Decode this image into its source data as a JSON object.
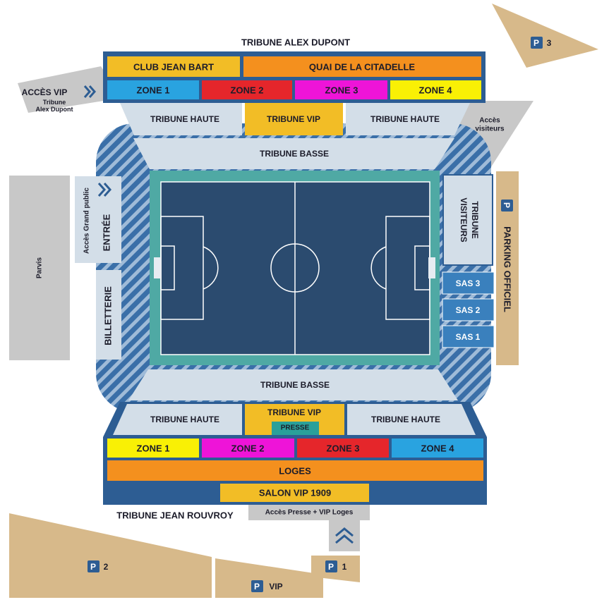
{
  "stands": {
    "north_title": "TRIBUNE ALEX DUPONT",
    "south_title": "TRIBUNE JEAN ROUVROY"
  },
  "north": {
    "club": "CLUB JEAN BART",
    "quai": "QUAI DE LA CITADELLE",
    "zones": [
      "ZONE 1",
      "ZONE 2",
      "ZONE 3",
      "ZONE 4"
    ],
    "haute_left": "TRIBUNE HAUTE",
    "vip": "TRIBUNE VIP",
    "haute_right": "TRIBUNE HAUTE",
    "basse": "TRIBUNE BASSE"
  },
  "south": {
    "basse": "TRIBUNE BASSE",
    "haute_left": "TRIBUNE HAUTE",
    "vip": "TRIBUNE VIP",
    "presse": "PRESSE",
    "haute_right": "TRIBUNE HAUTE",
    "zones": [
      "ZONE 1",
      "ZONE 2",
      "ZONE 3",
      "ZONE 4"
    ],
    "loges": "LOGES",
    "salon": "SALON VIP 1909"
  },
  "west": {
    "parvis": "Parvis",
    "acces_public": "Accès Grand public",
    "entree": "ENTRÉE",
    "billetterie": "BILLETTERIE"
  },
  "east": {
    "visiteurs": [
      "TRIBUNE",
      "VISITEURS"
    ],
    "sas": [
      "SAS 3",
      "SAS 2",
      "SAS 1"
    ],
    "parking_officiel": "PARKING OFFICIEL"
  },
  "access": {
    "vip_title": "ACCÈS VIP",
    "vip_sub": [
      "Tribune",
      "Alex Dupont"
    ],
    "visiteurs": [
      "Accès",
      "visiteurs"
    ],
    "presse_vip": "Accès Presse + VIP Loges"
  },
  "parkings": {
    "p_symbol": "P",
    "p3": "3",
    "p2": "2",
    "p1": "1",
    "pvip": "VIP"
  },
  "colors": {
    "navy": "#2d5d93",
    "pitch": "#2b4b6f",
    "pitch_border": "#4fa9a4",
    "light_section": "#d3dee8",
    "grey": "#c8c8c8",
    "tan": "#d7b98a",
    "yellow": "#f2bd26",
    "orange": "#f4901e",
    "blue": "#29a3e0",
    "red": "#e5262b",
    "magenta": "#ee14d8",
    "bright_yellow": "#f9f005",
    "sas": "#3a80bd",
    "presse": "#2aa09a"
  }
}
